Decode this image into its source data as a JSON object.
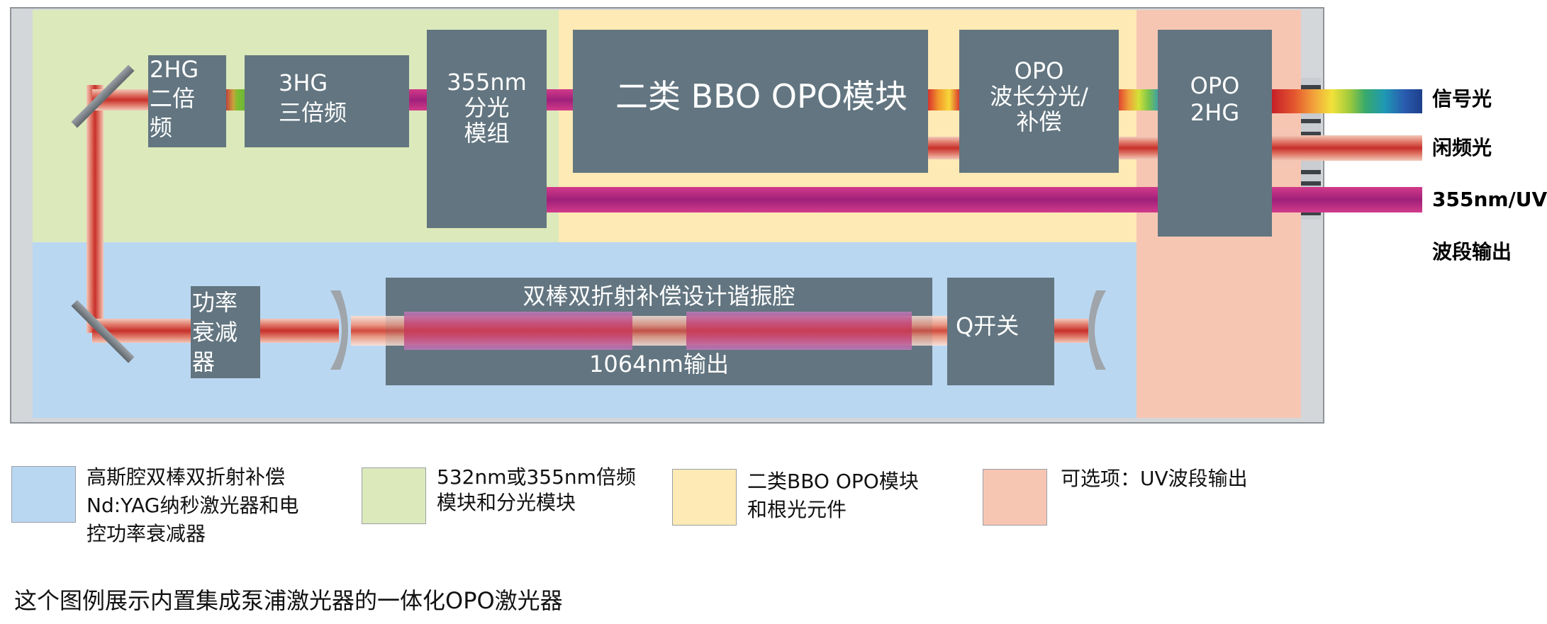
{
  "modules": {
    "shg": "2HG\n二倍\n频",
    "thg": "3HG\n三倍频",
    "splitter": "355nm\n分光\n模组",
    "opo": "二类 BBO OPO模块",
    "wavelength": "OPO\n波长分光/\n补偿",
    "opo2hg": "OPO\n2HG",
    "attenuator": "功率\n衰减\n器",
    "cavity_title": "双棒双折射补偿设计谐振腔",
    "cavity_output": "1064nm输出",
    "qswitch": "Q开关"
  },
  "outputs": {
    "signal": "信号光",
    "idler": "闲频光",
    "uv": "355nm/UV",
    "uv_sub": "波段输出"
  },
  "legend": [
    {
      "color": "#bad7f1",
      "text": "高斯腔双棒双折射补偿\nNd:YAG纳秒激光器和电\n控功率衰减器"
    },
    {
      "color": "#dce9bb",
      "text": "532nm或355nm倍频\n模块和分光模块"
    },
    {
      "color": "#fdeab4",
      "text": "二类BBO   OPO模块\n和根光元件"
    },
    {
      "color": "#f7c6b3",
      "text": "可选项：UV波段输出"
    }
  ],
  "caption": "这个图例展示内置集成泵浦激光器的一体化OPO激光器",
  "colors": {
    "region_blue": "#bad7f1",
    "region_green": "#dce9bb",
    "region_yellow": "#fdeab4",
    "region_pink": "#f7c6b3",
    "module_gray": "#627580"
  }
}
